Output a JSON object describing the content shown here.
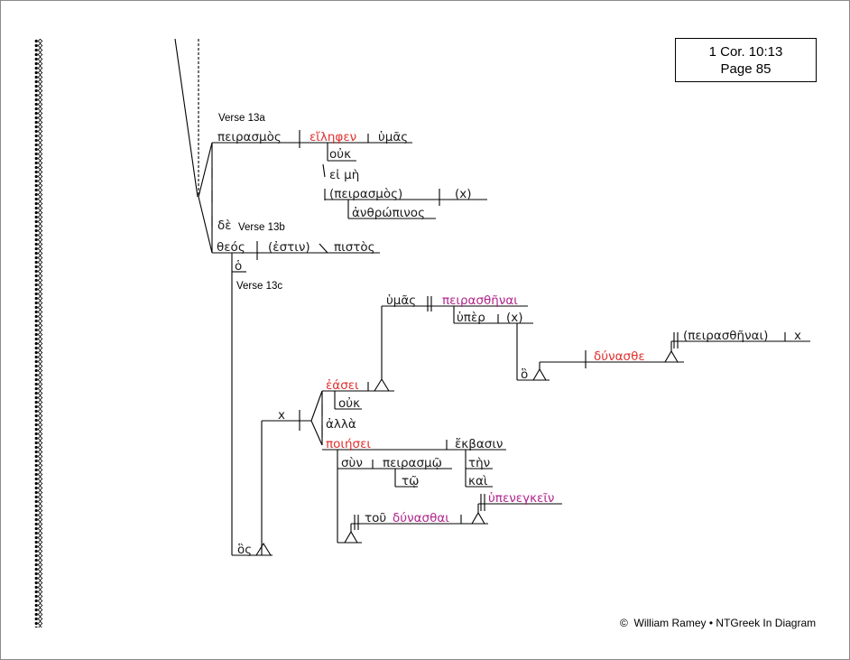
{
  "reference": {
    "passage": "1 Cor. 10:13",
    "page": "Page 85"
  },
  "footer": {
    "copyright_symbol": "©",
    "author": "William Ramey",
    "separator": "•",
    "site": "NTGreek In Diagram"
  },
  "verse_labels": {
    "v13a": "Verse 13a",
    "v13b": "Verse 13b",
    "v13c": "Verse 13c"
  },
  "words": {
    "peirasmos": "πειρασμὸς",
    "eilephen": "εἴληφεν",
    "humas_a": "ὑμᾶς",
    "ouk_a": "οὐκ",
    "ei_me": "εἰ μὴ",
    "peirasmos_paren": "(πειρασμὸς)",
    "x_a": "(x)",
    "anthropinos": "ἀνθρώπινος",
    "de": "δὲ",
    "theos": "θεός",
    "estin_paren": "(ἐστιν)",
    "pistos": "πιστὸς",
    "ho_a": "ὁ",
    "humas_c": "ὑμᾶς",
    "peirasthenai": "πειρασθῆναι",
    "huper": "ὑπὲρ",
    "x_paren_c": "(x)",
    "peirasthenai_paren": "(πειρασθῆναι)",
    "x_c2": "x",
    "ho_rel": "ὃ",
    "dunasthe": "δύνασθε",
    "x_main": "x",
    "easei": "ἐάσει",
    "ouk_c": "οὐκ",
    "alla": "ἀλλὰ",
    "poiesei": "ποιήσει",
    "ekbasin": "ἔκβασιν",
    "sun": "σὺν",
    "peirasmo": "πειρασμῷ",
    "to": "τῷ",
    "ten": "τὴν",
    "kai": "καὶ",
    "hupenegkein": "ὑπενεγκεῖν",
    "tou": "τοῦ",
    "dunasthai": "δύνασθαι",
    "hos": "ὃς"
  }
}
